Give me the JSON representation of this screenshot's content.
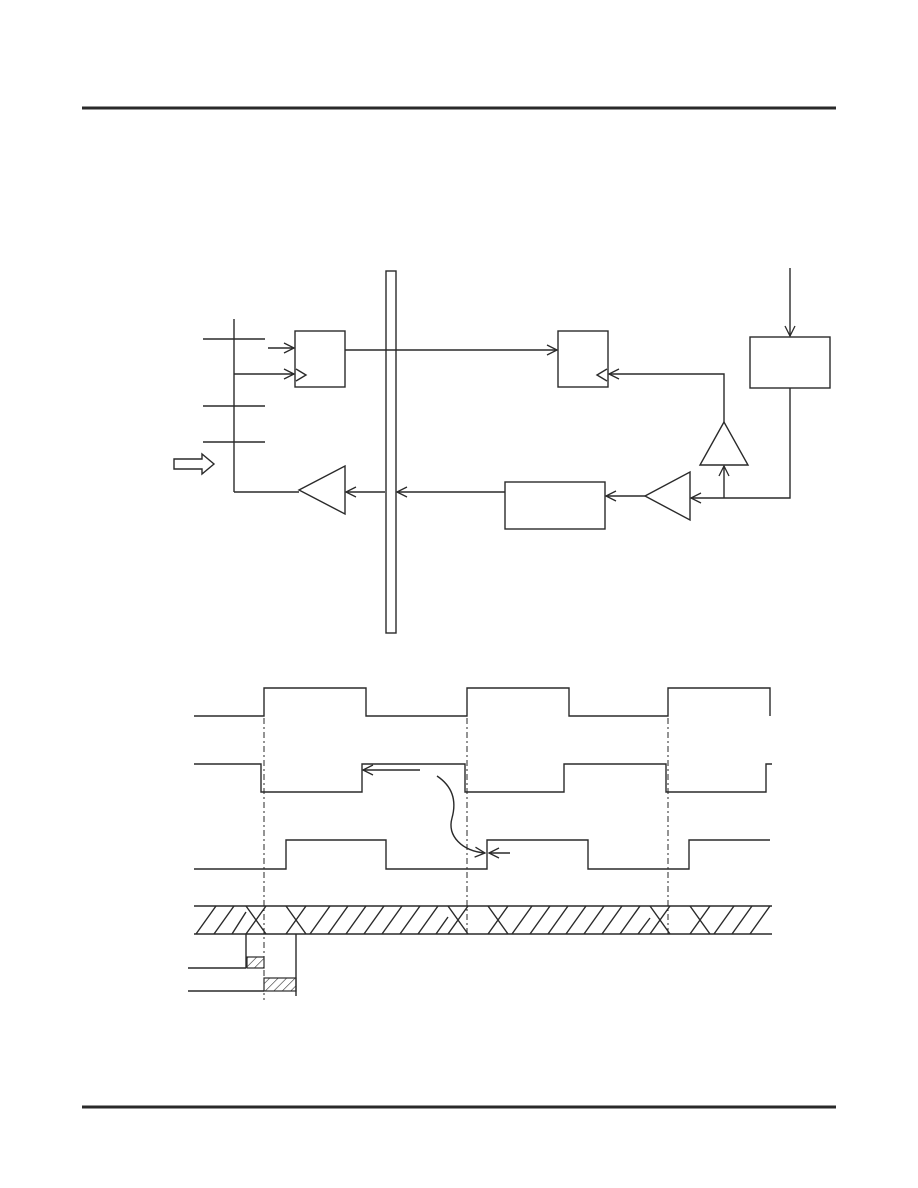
{
  "page": {
    "rule_color": "#2a2a2a",
    "line_color": "#2a2a2a",
    "background": "#ffffff"
  },
  "block_diagram": {
    "blocks": [
      "input-latch-box",
      "output-latch-box",
      "clock-source-box",
      "delay-element-box"
    ],
    "buffers": [
      "receive-buffer",
      "clock-buffer-vertical",
      "clock-buffer-horizontal"
    ],
    "bus": "backplane-bus",
    "external_input_arrow": "hollow-right-arrow-icon"
  },
  "timing_diagram": {
    "waveforms": [
      "clock-waveform",
      "inverted-delayed-clock-waveform",
      "delayed-clock-waveform",
      "data-bus-waveform"
    ],
    "hatched_windows": [
      "setup-window",
      "hold-window"
    ],
    "reference_lines": 3
  }
}
